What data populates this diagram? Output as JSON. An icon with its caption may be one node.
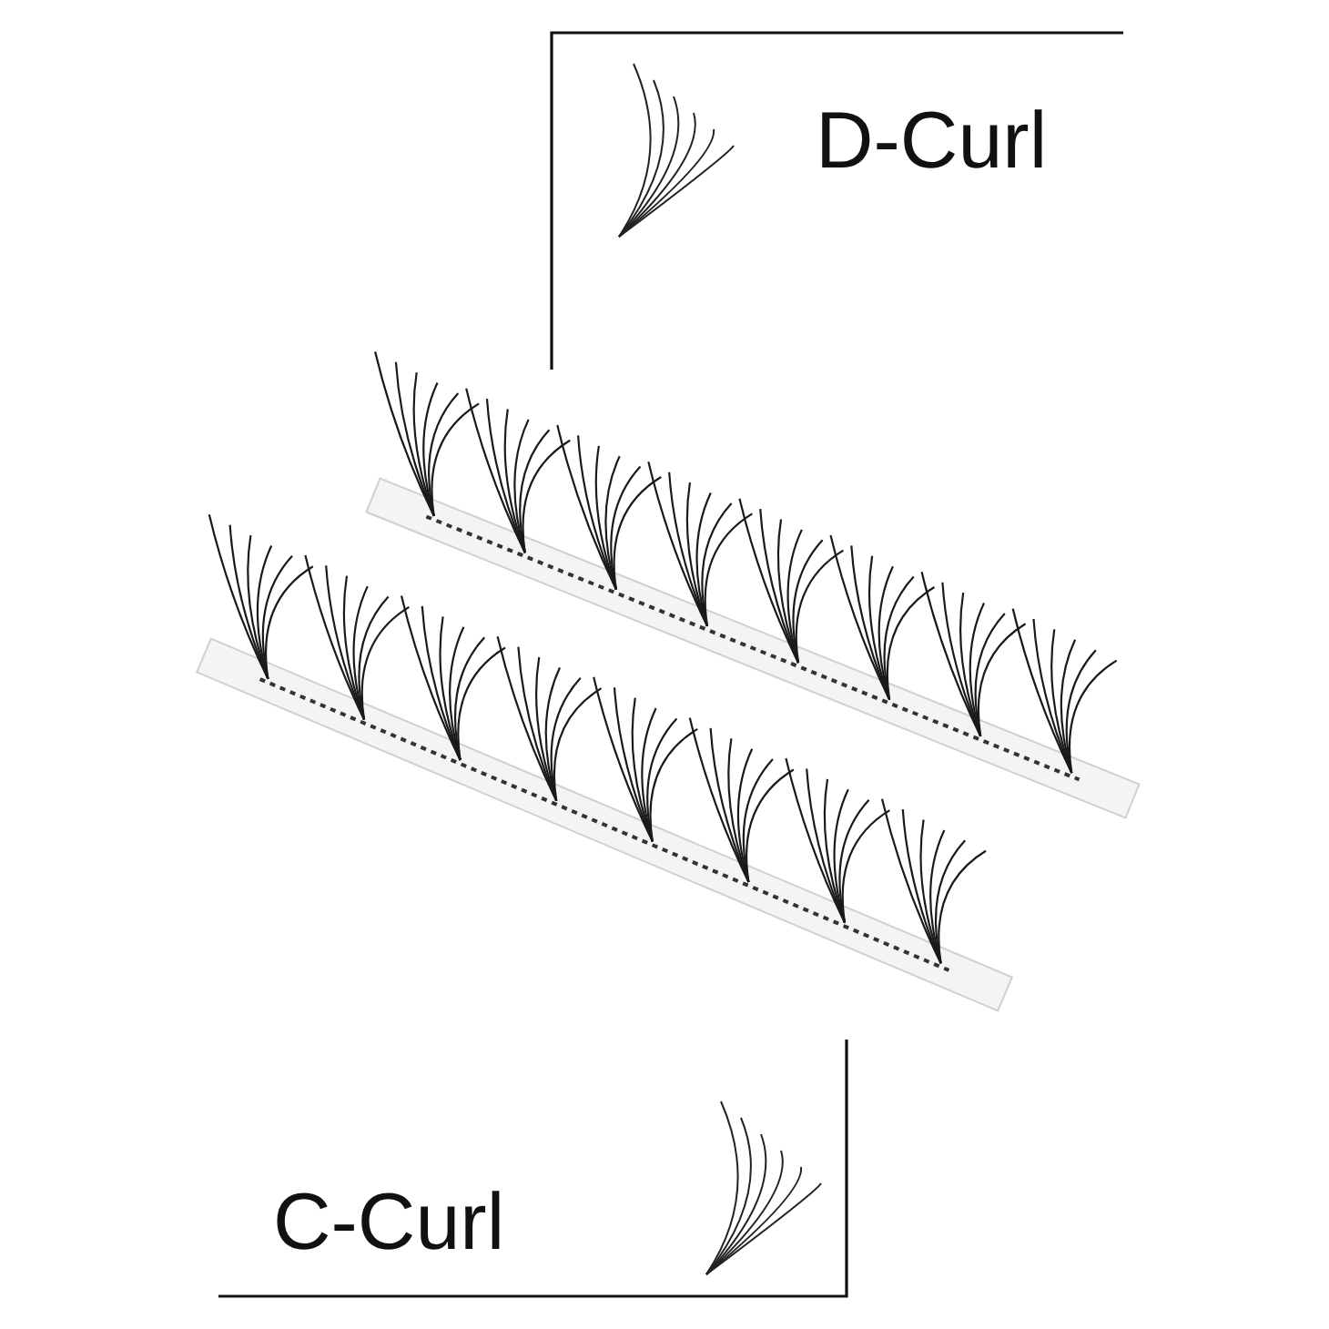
{
  "diagram": {
    "nodes": [
      {
        "text": [
          "D-Curl"
        ]
      },
      {
        "text": [],
        "shape": "picture"
      },
      {
        "text": [],
        "shape": "picture"
      },
      {
        "text": [
          "C-Curl"
        ]
      }
    ],
    "edges": [
      {
        "from": 0,
        "to": 1,
        "arrow": "none"
      },
      {
        "from": 3,
        "to": 2,
        "arrow": "none"
      }
    ]
  }
}
